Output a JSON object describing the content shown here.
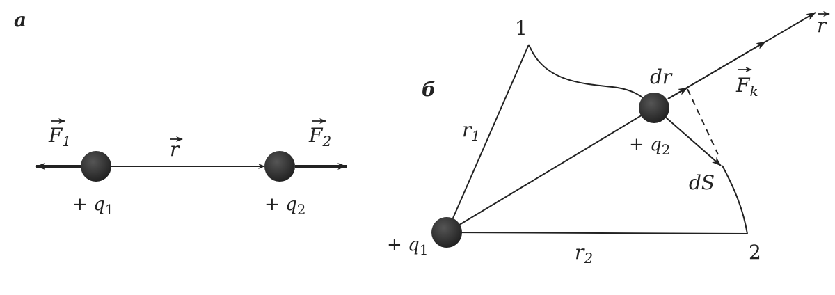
{
  "panel_a": {
    "label": "а",
    "force_left": "F",
    "force_left_sub": "1",
    "force_right": "F",
    "force_right_sub": "2",
    "vector_r": "r",
    "charge1_sign": "+ ",
    "charge1_symbol": "q",
    "charge1_sub": "1",
    "charge2_sign": "+ ",
    "charge2_symbol": "q",
    "charge2_sub": "2"
  },
  "panel_b": {
    "label": "б",
    "point1": "1",
    "point2": "2",
    "r1": "r",
    "r1_sub": "1",
    "r2": "r",
    "r2_sub": "2",
    "dr": "dr",
    "dS": "dS",
    "force": "F",
    "force_sub": "k",
    "vector_r": "r",
    "charge1_sign": "+ ",
    "charge1_symbol": "q",
    "charge1_sub": "1",
    "charge2_sign": "+ ",
    "charge2_symbol": "q",
    "charge2_sub": "2"
  },
  "colors": {
    "ink": "#222222",
    "charge_fill": "#333333"
  }
}
